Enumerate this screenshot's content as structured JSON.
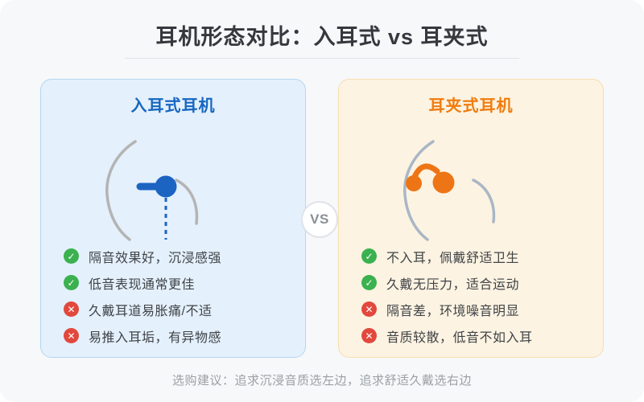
{
  "page": {
    "title": "耳机形态对比：入耳式 vs 耳夹式",
    "vs_label": "VS",
    "footer_note": "选购建议：追求沉浸音质选左边，追求舒适久戴选右边"
  },
  "left_panel": {
    "title": "入耳式耳机",
    "illustration": "ear-with-inear-earbud",
    "items": [
      {
        "type": "pro",
        "icon": "check-icon",
        "text": "隔音效果好，沉浸感强"
      },
      {
        "type": "pro",
        "icon": "check-icon",
        "text": "低音表现通常更佳"
      },
      {
        "type": "con",
        "icon": "cross-icon",
        "text": "久戴耳道易胀痛/不适"
      },
      {
        "type": "con",
        "icon": "cross-icon",
        "text": "易推入耳垢，有异物感"
      }
    ]
  },
  "right_panel": {
    "title": "耳夹式耳机",
    "illustration": "ear-with-clip-earbud",
    "items": [
      {
        "type": "pro",
        "icon": "check-icon",
        "text": "不入耳，佩戴舒适卫生"
      },
      {
        "type": "pro",
        "icon": "check-icon",
        "text": "久戴无压力，适合运动"
      },
      {
        "type": "con",
        "icon": "cross-icon",
        "text": "隔音差，环境噪音明显"
      },
      {
        "type": "con",
        "icon": "cross-icon",
        "text": "音质较散，低音不如入耳"
      }
    ]
  },
  "colors": {
    "card_bg": "#f7f8fa",
    "title_text": "#35383d",
    "divider": "#e2e4e8",
    "left_bg": "#e4f0fc",
    "left_border": "#b3d6f2",
    "left_accent": "#1667c0",
    "right_bg": "#fdf3e2",
    "right_border": "#f7ddb0",
    "right_accent": "#f07c0d",
    "earbud_blue": "#1b64c2",
    "earclip_orange": "#ee7515",
    "ear_gray_left": "#b4b4b4",
    "ear_gray_right": "#a9b7c6",
    "pro_green": "#3bb14f",
    "con_red": "#e2483d",
    "item_text": "#3f4347",
    "vs_border": "#dfe3e8",
    "vs_text": "#8a8f94",
    "footer_text": "#9aa0a4"
  }
}
